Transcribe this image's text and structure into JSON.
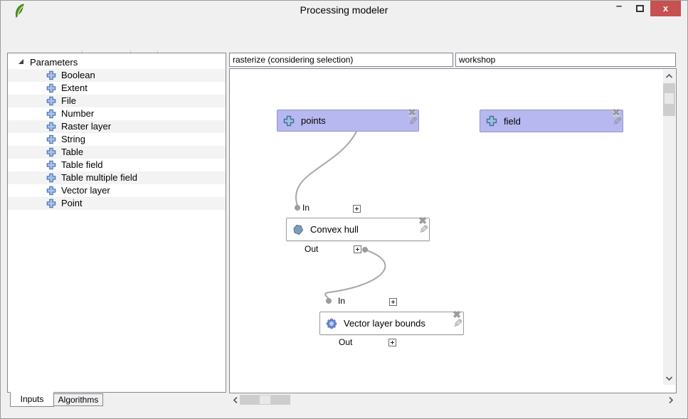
{
  "window": {
    "title": "Processing modeler",
    "minimize_glyph": "–",
    "close_glyph": "x"
  },
  "toolbar": {
    "buttons": [
      {
        "icon": "open-model-icon"
      },
      {
        "icon": "save-model-icon"
      },
      {
        "icon": "save-model-as-icon"
      },
      {
        "icon": "export-as-image-icon"
      },
      {
        "icon": "export-as-python-icon"
      },
      {
        "icon": "edit-model-help-icon"
      },
      {
        "icon": "run-model-icon"
      }
    ]
  },
  "sidebar": {
    "root_label": "Parameters",
    "items": [
      {
        "label": "Boolean"
      },
      {
        "label": "Extent"
      },
      {
        "label": "File"
      },
      {
        "label": "Number"
      },
      {
        "label": "Raster layer"
      },
      {
        "label": "String"
      },
      {
        "label": "Table"
      },
      {
        "label": "Table field"
      },
      {
        "label": "Table multiple field"
      },
      {
        "label": "Vector layer"
      },
      {
        "label": "Point"
      }
    ],
    "tabs": [
      {
        "label": "Inputs",
        "active": true
      },
      {
        "label": "Algorithms",
        "active": false
      }
    ]
  },
  "model_header": {
    "name_value": "rasterize (considering selection)",
    "group_value": "workshop"
  },
  "canvas": {
    "parameters": [
      {
        "label": "points"
      },
      {
        "label": "field"
      }
    ],
    "algorithms": [
      {
        "label": "Convex hull",
        "in_label": "In",
        "out_label": "Out"
      },
      {
        "label": "Vector layer bounds",
        "in_label": "In",
        "out_label": "Out"
      }
    ]
  },
  "colors": {
    "param_node_fill": "#b8b8f0",
    "close_button": "#c75050",
    "panel_border": "#828790",
    "link": "#a8a8a8",
    "background": "#f0f0f0"
  }
}
